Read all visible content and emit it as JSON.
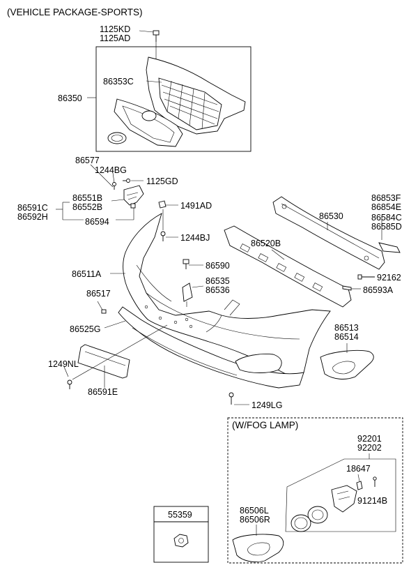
{
  "titles": {
    "sports": "(VEHICLE PACKAGE-SPORTS)",
    "fog": "(W/FOG LAMP)"
  },
  "parts": {
    "p1125KD": "1125KD",
    "p1125AD": "1125AD",
    "p86353C": "86353C",
    "p86350": "86350",
    "p86577": "86577",
    "p1244BG": "1244BG",
    "p1125GD": "1125GD",
    "p86591C": "86591C",
    "p86592H": "86592H",
    "p86551B": "86551B",
    "p86552B": "86552B",
    "p86594": "86594",
    "p1491AD": "1491AD",
    "p1244BJ": "1244BJ",
    "p86511A": "86511A",
    "p86590": "86590",
    "p86517": "86517",
    "p86535": "86535",
    "p86536": "86536",
    "p86525G": "86525G",
    "p86530": "86530",
    "p86853F": "86853F",
    "p86854E": "86854E",
    "p86584C": "86584C",
    "p86585D": "86585D",
    "p86520B": "86520B",
    "p92162": "92162",
    "p86593A": "86593A",
    "p86513": "86513",
    "p86514": "86514",
    "p1249NL": "1249NL",
    "p86591E": "86591E",
    "p1249LG": "1249LG",
    "p92201": "92201",
    "p92202": "92202",
    "p18647": "18647",
    "p91214B": "91214B",
    "p86506L": "86506L",
    "p86506R": "86506R",
    "p55359": "55359"
  }
}
